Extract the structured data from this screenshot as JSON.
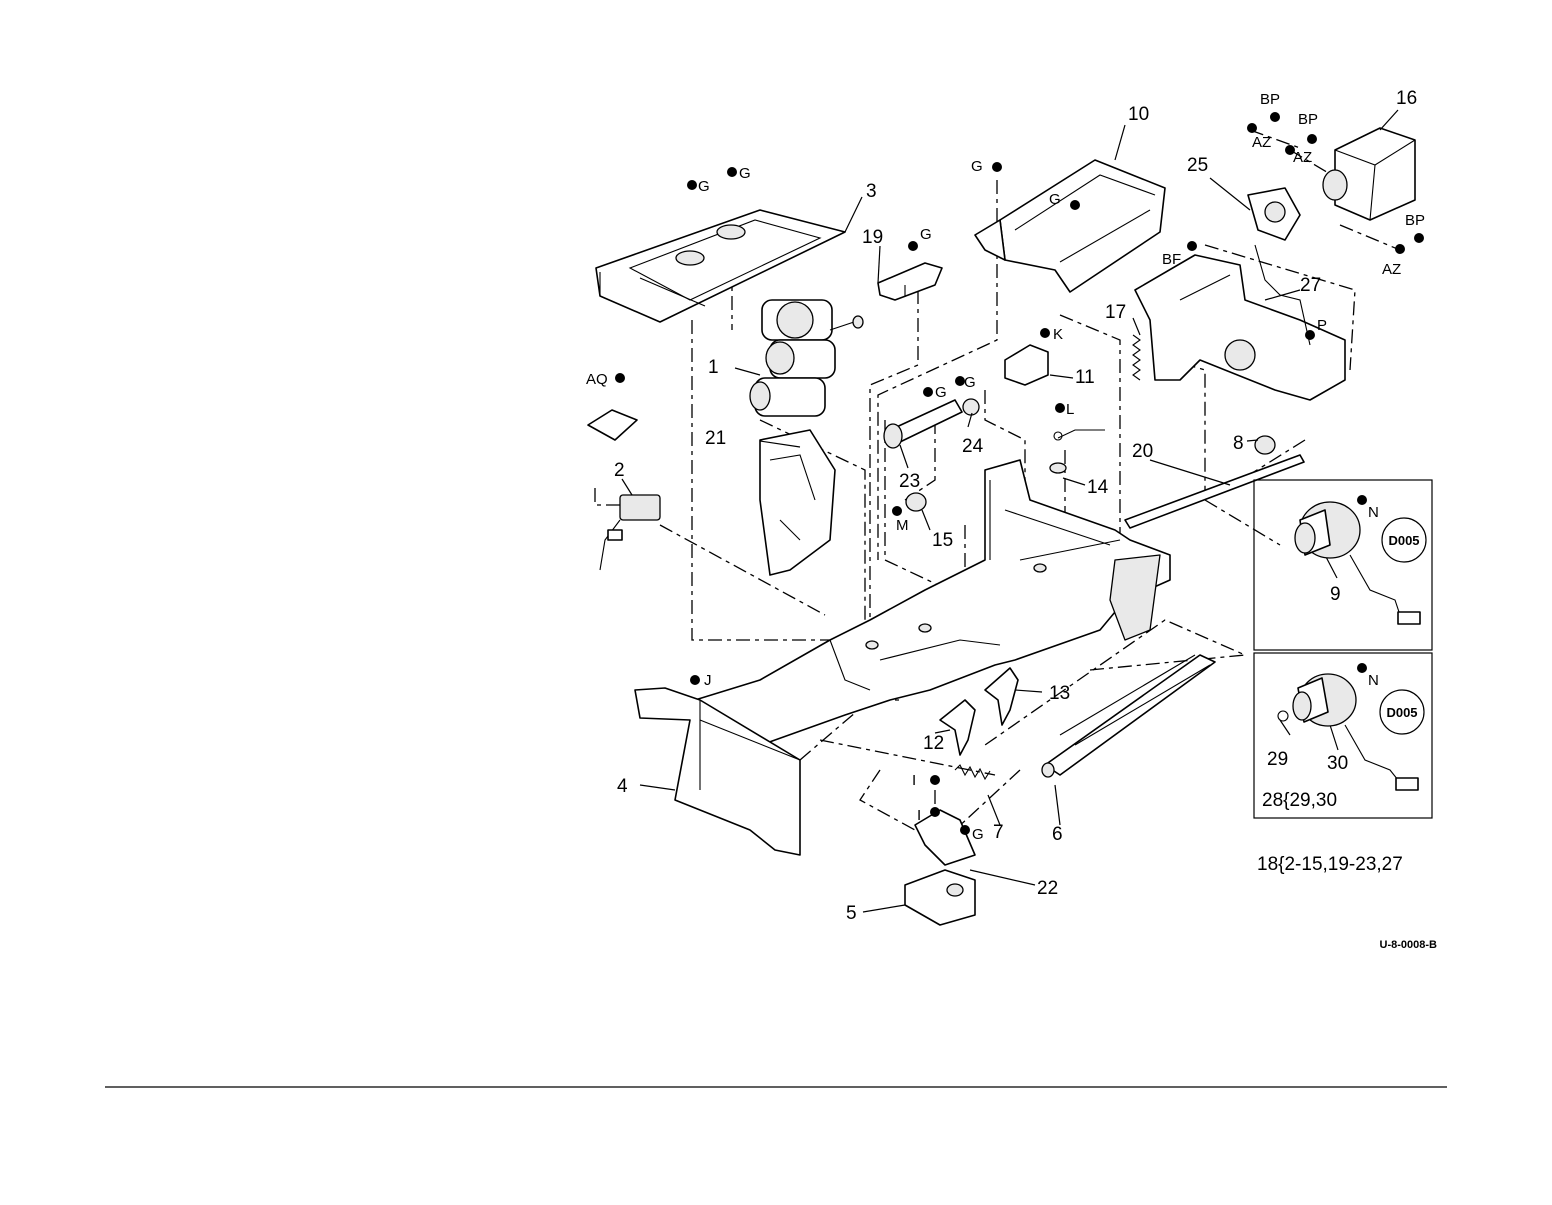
{
  "figure_code": "U-8-0008-B",
  "part_numbers": [
    "1",
    "2",
    "3",
    "4",
    "5",
    "6",
    "7",
    "8",
    "9",
    "10",
    "11",
    "12",
    "13",
    "14",
    "15",
    "16",
    "17",
    "19",
    "20",
    "21",
    "22",
    "23",
    "24",
    "25",
    "27",
    "29",
    "30"
  ],
  "fastener_refs": {
    "G": "G",
    "J": "J",
    "I": "I",
    "K": "K",
    "L": "L",
    "M": "M",
    "N": "N",
    "P": "P",
    "AQ": "AQ",
    "BF": "BF",
    "BP": "BP",
    "AZ": "AZ"
  },
  "badge": "D005",
  "kit_notes": {
    "kit_28": "28{29,30",
    "kit_18": "18{2-15,19-23,27"
  }
}
